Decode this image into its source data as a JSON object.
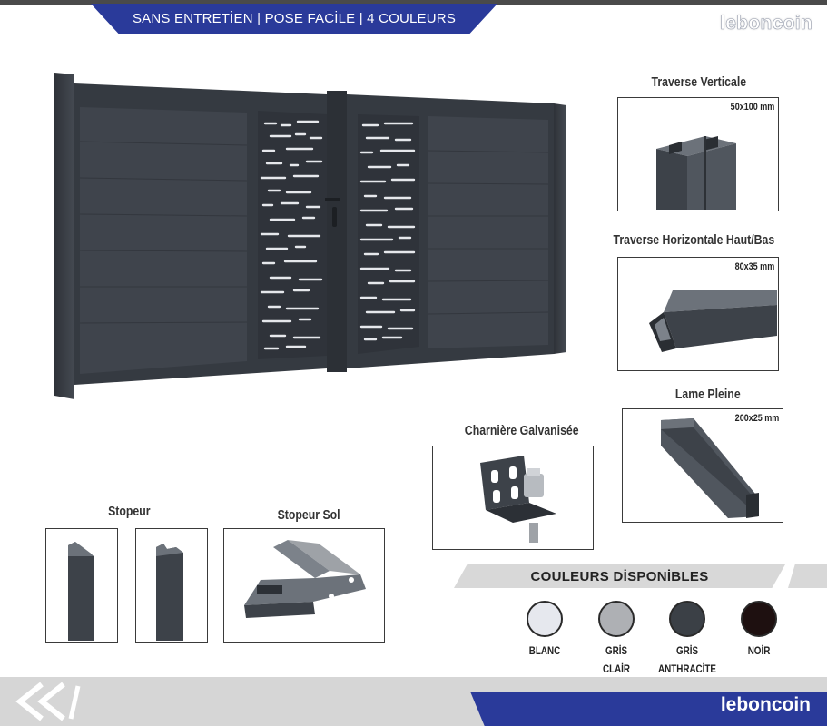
{
  "banner": {
    "text": "SANS ENTRETİEN | POSE FACİLE | 4 COULEURS"
  },
  "logo": {
    "text": "leboncoin"
  },
  "parts": {
    "traverse_verticale": {
      "title": "Traverse Verticale",
      "dim": "50x100 mm"
    },
    "traverse_horizontale": {
      "title": "Traverse Horizontale Haut/Bas",
      "dim": "80x35 mm"
    },
    "lame_pleine": {
      "title": "Lame Pleine",
      "dim": "200x25 mm"
    },
    "charniere": {
      "title": "Charnière Galvanisée"
    },
    "stopeur": {
      "title": "Stopeur"
    },
    "stopeur_sol": {
      "title": "Stopeur Sol"
    }
  },
  "colors": {
    "title": "COULEURS DİSPONİBLES",
    "items": [
      {
        "line1": "BLANC",
        "line2": "",
        "hex": "#e6e8ee"
      },
      {
        "line1": "GRİS",
        "line2": "CLAİR",
        "hex": "#aeb0b4"
      },
      {
        "line1": "GRİS",
        "line2": "ANTHRACİTE",
        "hex": "#3b4046"
      },
      {
        "line1": "NOİR",
        "line2": "",
        "hex": "#1e1010"
      }
    ]
  },
  "theme": {
    "brand_blue": "#2a3a9a",
    "gate_color": "#3a3f47"
  }
}
